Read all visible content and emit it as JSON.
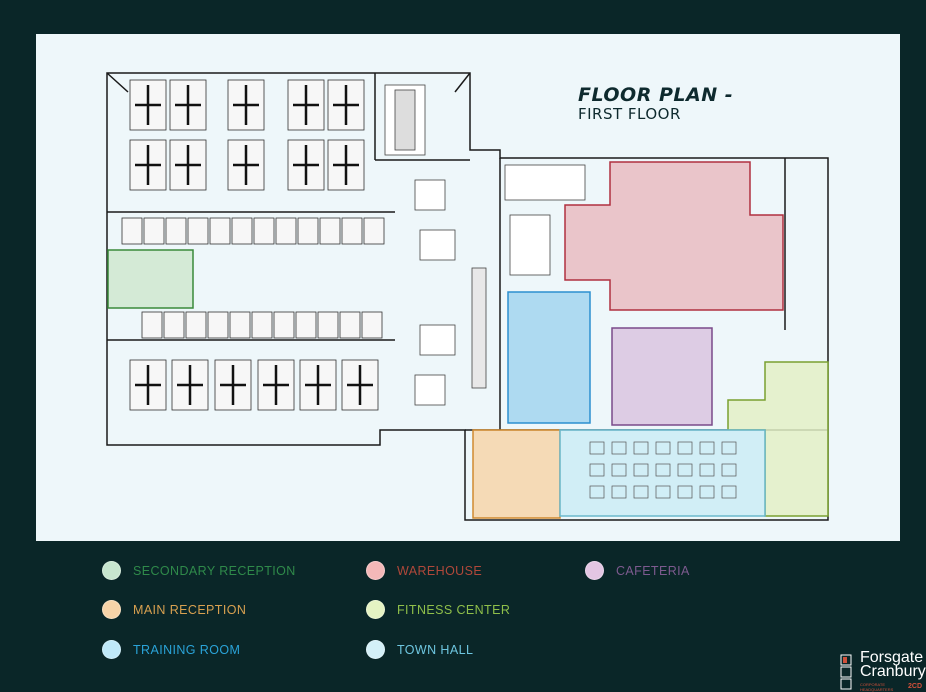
{
  "title": {
    "line1": "FLOOR PLAN -",
    "line2": "FIRST FLOOR"
  },
  "zones": [
    {
      "id": "secondary-reception",
      "label": "SECONDARY RECEPTION",
      "fill": "#cfe8cf",
      "stroke": "#3a8a3a",
      "text_color": "#2f8a4a",
      "dot": "#c7e6cf"
    },
    {
      "id": "warehouse",
      "label": "WAREHOUSE",
      "fill": "#e9bcc1",
      "stroke": "#b03040",
      "text_color": "#b0483a",
      "dot": "#f4b8b8"
    },
    {
      "id": "cafeteria",
      "label": "CAFETERIA",
      "fill": "#d9c4df",
      "stroke": "#7a4a8a",
      "text_color": "#7d5a8f",
      "dot": "#e3c6e3"
    },
    {
      "id": "main-reception",
      "label": "MAIN RECEPTION",
      "fill": "#f6d5a9",
      "stroke": "#d08a30",
      "text_color": "#d8a050",
      "dot": "#f7d3a8"
    },
    {
      "id": "fitness-center",
      "label": "FITNESS CENTER",
      "fill": "#e3f0c6",
      "stroke": "#7aa030",
      "text_color": "#8fbf4a",
      "dot": "#e5f3c3"
    },
    {
      "id": "training-room",
      "label": "TRAINING ROOM",
      "fill": "#a2d5ef",
      "stroke": "#2b8fd0",
      "text_color": "#2aa3d8",
      "dot": "#bfe8f8"
    },
    {
      "id": "town-hall",
      "label": "TOWN HALL",
      "fill": "#cbecf4",
      "stroke": "#6ab8cc",
      "text_color": "#6ec6e0",
      "dot": "#d4f0f8"
    }
  ],
  "logo": {
    "line1": "Forsgate",
    "line2": "Cranbury",
    "sub": "CORPORATE HEADQUARTERS",
    "code": "2CD"
  }
}
